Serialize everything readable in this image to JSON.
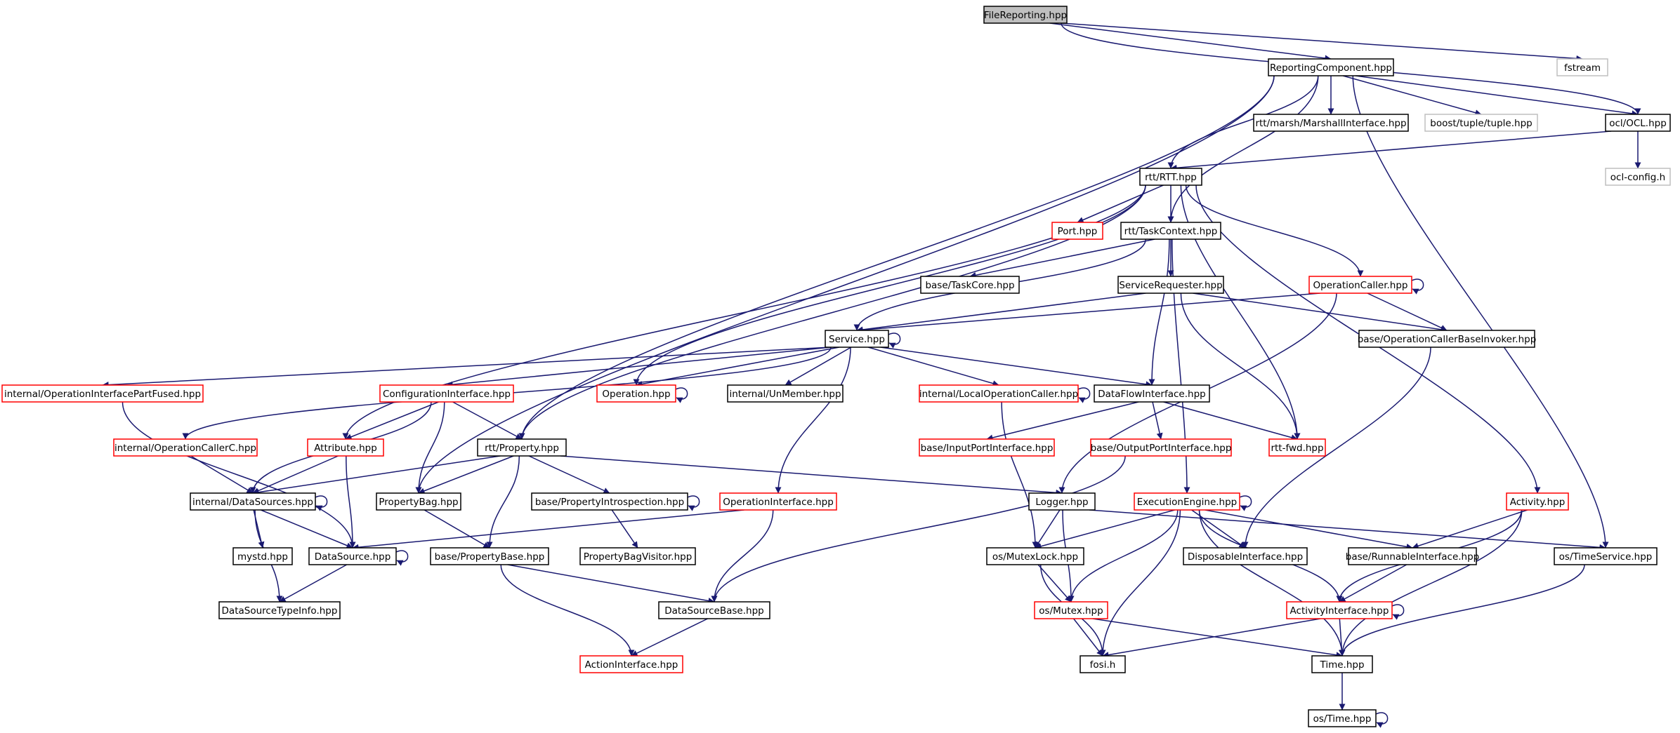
{
  "colors": {
    "edge": "#191970",
    "border_normal": "#000000",
    "border_truncated": "#ff0000",
    "border_external": "#bfbfbf",
    "fill_root": "#bfbfbf",
    "fill_node": "#ffffff"
  },
  "legend_note": "",
  "nodes": [
    {
      "id": "filereporting",
      "label": "FileReporting.hpp",
      "style": "root"
    },
    {
      "id": "fstream",
      "label": "fstream",
      "style": "external"
    },
    {
      "id": "reportingcomponent",
      "label": "ReportingComponent.hpp",
      "style": "normal"
    },
    {
      "id": "oclocl",
      "label": "ocl/OCL.hpp",
      "style": "normal"
    },
    {
      "id": "marshall",
      "label": "rtt/marsh/MarshallInterface.hpp",
      "style": "normal"
    },
    {
      "id": "boosttuple",
      "label": "boost/tuple/tuple.hpp",
      "style": "external"
    },
    {
      "id": "oclconfig",
      "label": "ocl-config.h",
      "style": "external"
    },
    {
      "id": "rttrtt",
      "label": "rtt/RTT.hpp",
      "style": "normal"
    },
    {
      "id": "port",
      "label": "Port.hpp",
      "style": "truncated"
    },
    {
      "id": "taskcontext",
      "label": "rtt/TaskContext.hpp",
      "style": "normal"
    },
    {
      "id": "taskcore",
      "label": "base/TaskCore.hpp",
      "style": "normal"
    },
    {
      "id": "servicerequester",
      "label": "ServiceRequester.hpp",
      "style": "normal"
    },
    {
      "id": "operationcaller",
      "label": "OperationCaller.hpp",
      "style": "truncated"
    },
    {
      "id": "service",
      "label": "Service.hpp",
      "style": "normal"
    },
    {
      "id": "opcallerbaseinvoker",
      "label": "base/OperationCallerBaseInvoker.hpp",
      "style": "normal"
    },
    {
      "id": "opifacepartfused",
      "label": "internal/OperationInterfacePartFused.hpp",
      "style": "truncated"
    },
    {
      "id": "configinterface",
      "label": "ConfigurationInterface.hpp",
      "style": "truncated"
    },
    {
      "id": "operation",
      "label": "Operation.hpp",
      "style": "truncated"
    },
    {
      "id": "unmember",
      "label": "internal/UnMember.hpp",
      "style": "normal"
    },
    {
      "id": "localopcaller",
      "label": "internal/LocalOperationCaller.hpp",
      "style": "truncated"
    },
    {
      "id": "dataflowinterface",
      "label": "DataFlowInterface.hpp",
      "style": "normal"
    },
    {
      "id": "opcallerc",
      "label": "internal/OperationCallerC.hpp",
      "style": "truncated"
    },
    {
      "id": "attribute",
      "label": "Attribute.hpp",
      "style": "truncated"
    },
    {
      "id": "rttproperty",
      "label": "rtt/Property.hpp",
      "style": "normal"
    },
    {
      "id": "inputport",
      "label": "base/InputPortInterface.hpp",
      "style": "truncated"
    },
    {
      "id": "outputport",
      "label": "base/OutputPortInterface.hpp",
      "style": "truncated"
    },
    {
      "id": "rttfwd",
      "label": "rtt-fwd.hpp",
      "style": "truncated"
    },
    {
      "id": "datasources",
      "label": "internal/DataSources.hpp",
      "style": "normal"
    },
    {
      "id": "propertybag",
      "label": "PropertyBag.hpp",
      "style": "normal"
    },
    {
      "id": "propintrospection",
      "label": "base/PropertyIntrospection.hpp",
      "style": "normal"
    },
    {
      "id": "opinterface",
      "label": "OperationInterface.hpp",
      "style": "truncated"
    },
    {
      "id": "logger",
      "label": "Logger.hpp",
      "style": "normal"
    },
    {
      "id": "execengine",
      "label": "ExecutionEngine.hpp",
      "style": "truncated"
    },
    {
      "id": "activity",
      "label": "Activity.hpp",
      "style": "truncated"
    },
    {
      "id": "mystd",
      "label": "mystd.hpp",
      "style": "normal"
    },
    {
      "id": "datasource",
      "label": "DataSource.hpp",
      "style": "normal"
    },
    {
      "id": "propertybase",
      "label": "base/PropertyBase.hpp",
      "style": "normal"
    },
    {
      "id": "propbagvisitor",
      "label": "PropertyBagVisitor.hpp",
      "style": "normal"
    },
    {
      "id": "mutexlock",
      "label": "os/MutexLock.hpp",
      "style": "normal"
    },
    {
      "id": "disposable",
      "label": "DisposableInterface.hpp",
      "style": "normal"
    },
    {
      "id": "runnable",
      "label": "base/RunnableInterface.hpp",
      "style": "normal"
    },
    {
      "id": "timeservice",
      "label": "os/TimeService.hpp",
      "style": "normal"
    },
    {
      "id": "dstypeinfo",
      "label": "DataSourceTypeInfo.hpp",
      "style": "normal"
    },
    {
      "id": "datasourcebase",
      "label": "DataSourceBase.hpp",
      "style": "normal"
    },
    {
      "id": "osmutex",
      "label": "os/Mutex.hpp",
      "style": "truncated"
    },
    {
      "id": "activityinterface",
      "label": "ActivityInterface.hpp",
      "style": "truncated"
    },
    {
      "id": "actioninterface",
      "label": "ActionInterface.hpp",
      "style": "truncated"
    },
    {
      "id": "fosi",
      "label": "fosi.h",
      "style": "normal"
    },
    {
      "id": "time",
      "label": "Time.hpp",
      "style": "normal"
    },
    {
      "id": "ostime",
      "label": "os/Time.hpp",
      "style": "normal"
    }
  ],
  "edges": [
    [
      "filereporting",
      "reportingcomponent"
    ],
    [
      "filereporting",
      "fstream"
    ],
    [
      "filereporting",
      "oclocl"
    ],
    [
      "reportingcomponent",
      "marshall"
    ],
    [
      "reportingcomponent",
      "boosttuple"
    ],
    [
      "reportingcomponent",
      "oclocl"
    ],
    [
      "reportingcomponent",
      "rttrtt"
    ],
    [
      "reportingcomponent",
      "taskcontext"
    ],
    [
      "reportingcomponent",
      "rttproperty"
    ],
    [
      "reportingcomponent",
      "propertybag"
    ],
    [
      "reportingcomponent",
      "timeservice"
    ],
    [
      "oclocl",
      "oclconfig"
    ],
    [
      "oclocl",
      "rttrtt"
    ],
    [
      "rttrtt",
      "port"
    ],
    [
      "rttrtt",
      "taskcontext"
    ],
    [
      "rttrtt",
      "operationcaller"
    ],
    [
      "rttrtt",
      "operation"
    ],
    [
      "rttrtt",
      "attribute"
    ],
    [
      "rttrtt",
      "rttproperty"
    ],
    [
      "rttrtt",
      "rttfwd"
    ],
    [
      "rttrtt",
      "activity"
    ],
    [
      "taskcontext",
      "taskcore"
    ],
    [
      "taskcontext",
      "servicerequester"
    ],
    [
      "taskcontext",
      "service"
    ],
    [
      "taskcontext",
      "dataflowinterface"
    ],
    [
      "taskcontext",
      "execengine"
    ],
    [
      "servicerequester",
      "service"
    ],
    [
      "servicerequester",
      "opcallerbaseinvoker"
    ],
    [
      "servicerequester",
      "rttfwd"
    ],
    [
      "operationcaller",
      "operationcaller"
    ],
    [
      "operationcaller",
      "service"
    ],
    [
      "operationcaller",
      "opcallerbaseinvoker"
    ],
    [
      "operationcaller",
      "logger"
    ],
    [
      "service",
      "service"
    ],
    [
      "service",
      "opifacepartfused"
    ],
    [
      "service",
      "configinterface"
    ],
    [
      "service",
      "operation"
    ],
    [
      "service",
      "unmember"
    ],
    [
      "service",
      "localopcaller"
    ],
    [
      "service",
      "dataflowinterface"
    ],
    [
      "service",
      "opcallerc"
    ],
    [
      "service",
      "opinterface"
    ],
    [
      "opcallerbaseinvoker",
      "disposable"
    ],
    [
      "opifacepartfused",
      "datasource"
    ],
    [
      "configinterface",
      "attribute"
    ],
    [
      "configinterface",
      "rttproperty"
    ],
    [
      "configinterface",
      "propertybag"
    ],
    [
      "configinterface",
      "datasources"
    ],
    [
      "operation",
      "operation"
    ],
    [
      "localopcaller",
      "localopcaller"
    ],
    [
      "localopcaller",
      "mutexlock"
    ],
    [
      "dataflowinterface",
      "inputport"
    ],
    [
      "dataflowinterface",
      "outputport"
    ],
    [
      "dataflowinterface",
      "rttfwd"
    ],
    [
      "opcallerc",
      "datasources"
    ],
    [
      "attribute",
      "datasources"
    ],
    [
      "attribute",
      "datasource"
    ],
    [
      "rttproperty",
      "datasources"
    ],
    [
      "rttproperty",
      "propertybag"
    ],
    [
      "rttproperty",
      "propintrospection"
    ],
    [
      "rttproperty",
      "propertybase"
    ],
    [
      "rttproperty",
      "logger"
    ],
    [
      "outputport",
      "datasourcebase"
    ],
    [
      "datasources",
      "datasources"
    ],
    [
      "datasources",
      "mystd"
    ],
    [
      "datasources",
      "datasource"
    ],
    [
      "datasources",
      "dstypeinfo"
    ],
    [
      "propertybag",
      "propertybase"
    ],
    [
      "propintrospection",
      "propintrospection"
    ],
    [
      "propintrospection",
      "propbagvisitor"
    ],
    [
      "opinterface",
      "datasource"
    ],
    [
      "opinterface",
      "datasourcebase"
    ],
    [
      "logger",
      "mutexlock"
    ],
    [
      "logger",
      "osmutex"
    ],
    [
      "logger",
      "timeservice"
    ],
    [
      "execengine",
      "execengine"
    ],
    [
      "execengine",
      "mutexlock"
    ],
    [
      "execengine",
      "osmutex"
    ],
    [
      "execengine",
      "disposable"
    ],
    [
      "execengine",
      "runnable"
    ],
    [
      "execengine",
      "activityinterface"
    ],
    [
      "execengine",
      "fosi"
    ],
    [
      "execengine",
      "time"
    ],
    [
      "activity",
      "runnable"
    ],
    [
      "activity",
      "activityinterface"
    ],
    [
      "activity",
      "time"
    ],
    [
      "datasource",
      "datasource"
    ],
    [
      "datasource",
      "dstypeinfo"
    ],
    [
      "propertybase",
      "datasourcebase"
    ],
    [
      "propertybase",
      "actioninterface"
    ],
    [
      "mutexlock",
      "osmutex"
    ],
    [
      "mutexlock",
      "fosi"
    ],
    [
      "runnable",
      "activityinterface"
    ],
    [
      "timeservice",
      "time"
    ],
    [
      "datasourcebase",
      "actioninterface"
    ],
    [
      "osmutex",
      "fosi"
    ],
    [
      "osmutex",
      "time"
    ],
    [
      "activityinterface",
      "activityinterface"
    ],
    [
      "activityinterface",
      "fosi"
    ],
    [
      "activityinterface",
      "time"
    ],
    [
      "time",
      "ostime"
    ],
    [
      "ostime",
      "ostime"
    ]
  ]
}
